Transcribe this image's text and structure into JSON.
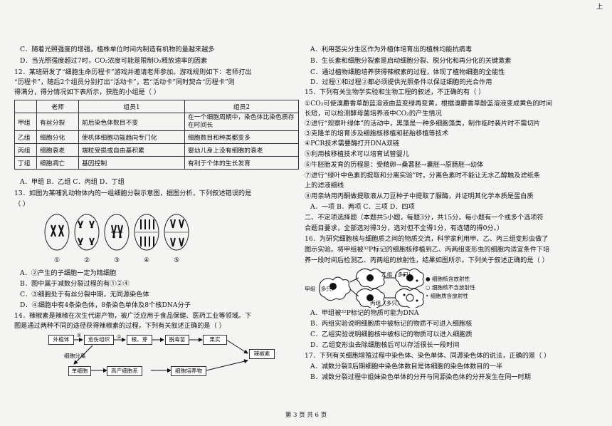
{
  "corner_mark": "上",
  "left": {
    "q11_c": "C．随着光照强度的增强，植株单位时间内制造有机物的量越来越多",
    "q11_d": "D．当光照强度超过7时，CO₂浓度可能是限制O₂释放速率的因素",
    "q12_line1": "12．某班研发了“细胞生命历程卡”游戏并邀请老师参加。游戏规则如下：老师打出",
    "q12_line2": "“历程卡”，随后2个组员分别打出“活动卡”，若“活动卡”同时契合“历程卡”则",
    "q12_line3": "得满分，得分情况如下表所示，获胜的小组是（        ）",
    "table_header": [
      "",
      "老师",
      "组员1",
      "组员2"
    ],
    "table_rows": [
      [
        "甲组",
        "有丝分裂",
        "前后染色体数目不变",
        "在一个细胞周期中，染色体比染色质存在时间长"
      ],
      [
        "乙组",
        "细胞分化",
        "使机体细胞功能趋向专门化",
        "细胞数目和种类都变多"
      ],
      [
        "丙组",
        "细胞衰老",
        "端粒受损或自由基积累",
        "婴幼儿身上没有细胞的衰老"
      ],
      [
        "丁组",
        "细胞凋亡",
        "基因控制",
        "有利于个体的生长发育"
      ]
    ],
    "q12_opts": "A．甲组          B．乙组          C．丙组          D．丁组",
    "q13_line1": "13．如图为某哺乳动物体内的一组细胞分裂示意图，据图分析，下列叙述错误的是",
    "q13_line2": "（        ）",
    "cell_labels": [
      "①",
      "②",
      "③",
      "④",
      "⑤"
    ],
    "q13_a": "A．②产生的子细胞一定为精细胞",
    "q13_b": "B．图中属于减数分裂过程的有①②④",
    "q13_c": "C．③细胞处于有丝分裂中期，无同源染色体",
    "q13_d": "D．④细胞中有4条染色体，8条染色单体及8个核DNA分子",
    "q14_line1": "14．辣椒素是辣椒在次生代谢产物，被广泛应用于食品保健、医药工业等领域。下",
    "q14_line2": "图是通过两种不同的途径获得辣椒素的过程，下列有关叙述正确的是（        ）",
    "flow": {
      "explant": "外植体",
      "callus": "愈伤组织",
      "roots": "根、芽",
      "seedling": "脱毒苗",
      "fruit": "果实",
      "capsaicin": "辣椒素",
      "cell_sep": "细胞分离",
      "single_cell": "单细胞",
      "high_yield": "高产细胞系",
      "culture": "细胞培养物"
    }
  },
  "right": {
    "q14_a": "A．利用茎尖分生区作为外植体培育出的植株均能抗病毒",
    "q14_b": "B．生长素和细胞分裂素是启动细胞分裂、脱分化和再分化的关键激素",
    "q14_c": "C．通过植物细胞培养获得辣椒素的过程，体现了植物细胞的全能性",
    "q14_d": "D．过程①和过程②都必须提供光照条件以保证细胞的光合作用",
    "q15_stem": "15．下列有关生物学实验和生物工程的叙述，不正确的有（        ）",
    "q15_items": [
      "①CO₂可使溴麝香草酚蓝溶液由蓝变绿再变黄，根据溴麝香草酚蓝溶液变成黄色的时间",
      "长短，可以检测酵母菌培养液中CO₂的产生情况",
      "②进行“观察叶绿体”的活动中，黑藻是一种多细胞藻类，制作临时装片时不需切片",
      "③克隆羊的培育涉及细胞核移植和胚胎移植等技术",
      "④PCR技术需要酶打开DNA双链",
      "⑤利用核移植技术可以培育试管婴儿",
      "⑥牛胚胎发育的历程是：受精卵→桑葚胚→囊胚→原肠胚→幼体",
      "⑦进行“绿叶中色素的提取和分离实验”时，分离色素时不能让无水乙醇触及滤纸条",
      "上的滤液细线",
      "⑧用亲纳用丙酮做提取液从刀豆种子中提取了脲酶，并证明其化学本质是蛋白质"
    ],
    "q15_opts": "A．一项          B．两项          C．三项          D．四项",
    "sec2_line1": "二、不定项选择题（本题共5小题，每题3分，共15分。每小题有一个或多个选项符",
    "sec2_line2": "合题目要求，全部选对得3分，选对但不全得1分，有选错的得0分。）",
    "q16_line1": "16．为研究细胞核与细胞质之间的物质交流，科学家利用甲、乙、丙三组变形虫做了",
    "q16_line2": "图示实验。将甲组被³²P标记的细胞核移植到乙、丙两组变形虫的细胞内适宜条件下培",
    "q16_line3": "养一段时间后检测乙、丙两组的放射性，结果如图所示。下列关于叙述正确的是（        ）",
    "diagram": {
      "group_a": "甲组（多只）",
      "group_b": "乙组（多只）",
      "group_c": "丙组（多只）",
      "legend": [
        "细胞核含放射性",
        "细胞核不含放射性",
        "细胞质含放射性"
      ]
    },
    "q16_a": "A．甲组被³²P标记的物质可能为DNA",
    "q16_b": "B．丙组实验说明细胞质中被标记的物质不可进入细胞核",
    "q16_c": "C．乙组实验说明细胞核中被标记的物质可以进入细胞质",
    "q16_d": "D．乙组变形虫去除细胞核后可以存活很长一段时间",
    "q17_stem": "17．下列有关细胞增殖过程中染色体、染色单体、同源染色体的说法，正确的是（        ）",
    "q17_a": "A．减数分裂Ⅱ后期细胞中染色体数目是体细胞的染色体数目的一半",
    "q17_b": "B．减数分裂过程中姐妹染色单体的分开与同源染色体的分开发生在同一时期"
  },
  "footer": {
    "page": "第 3 页 共 6 页"
  }
}
